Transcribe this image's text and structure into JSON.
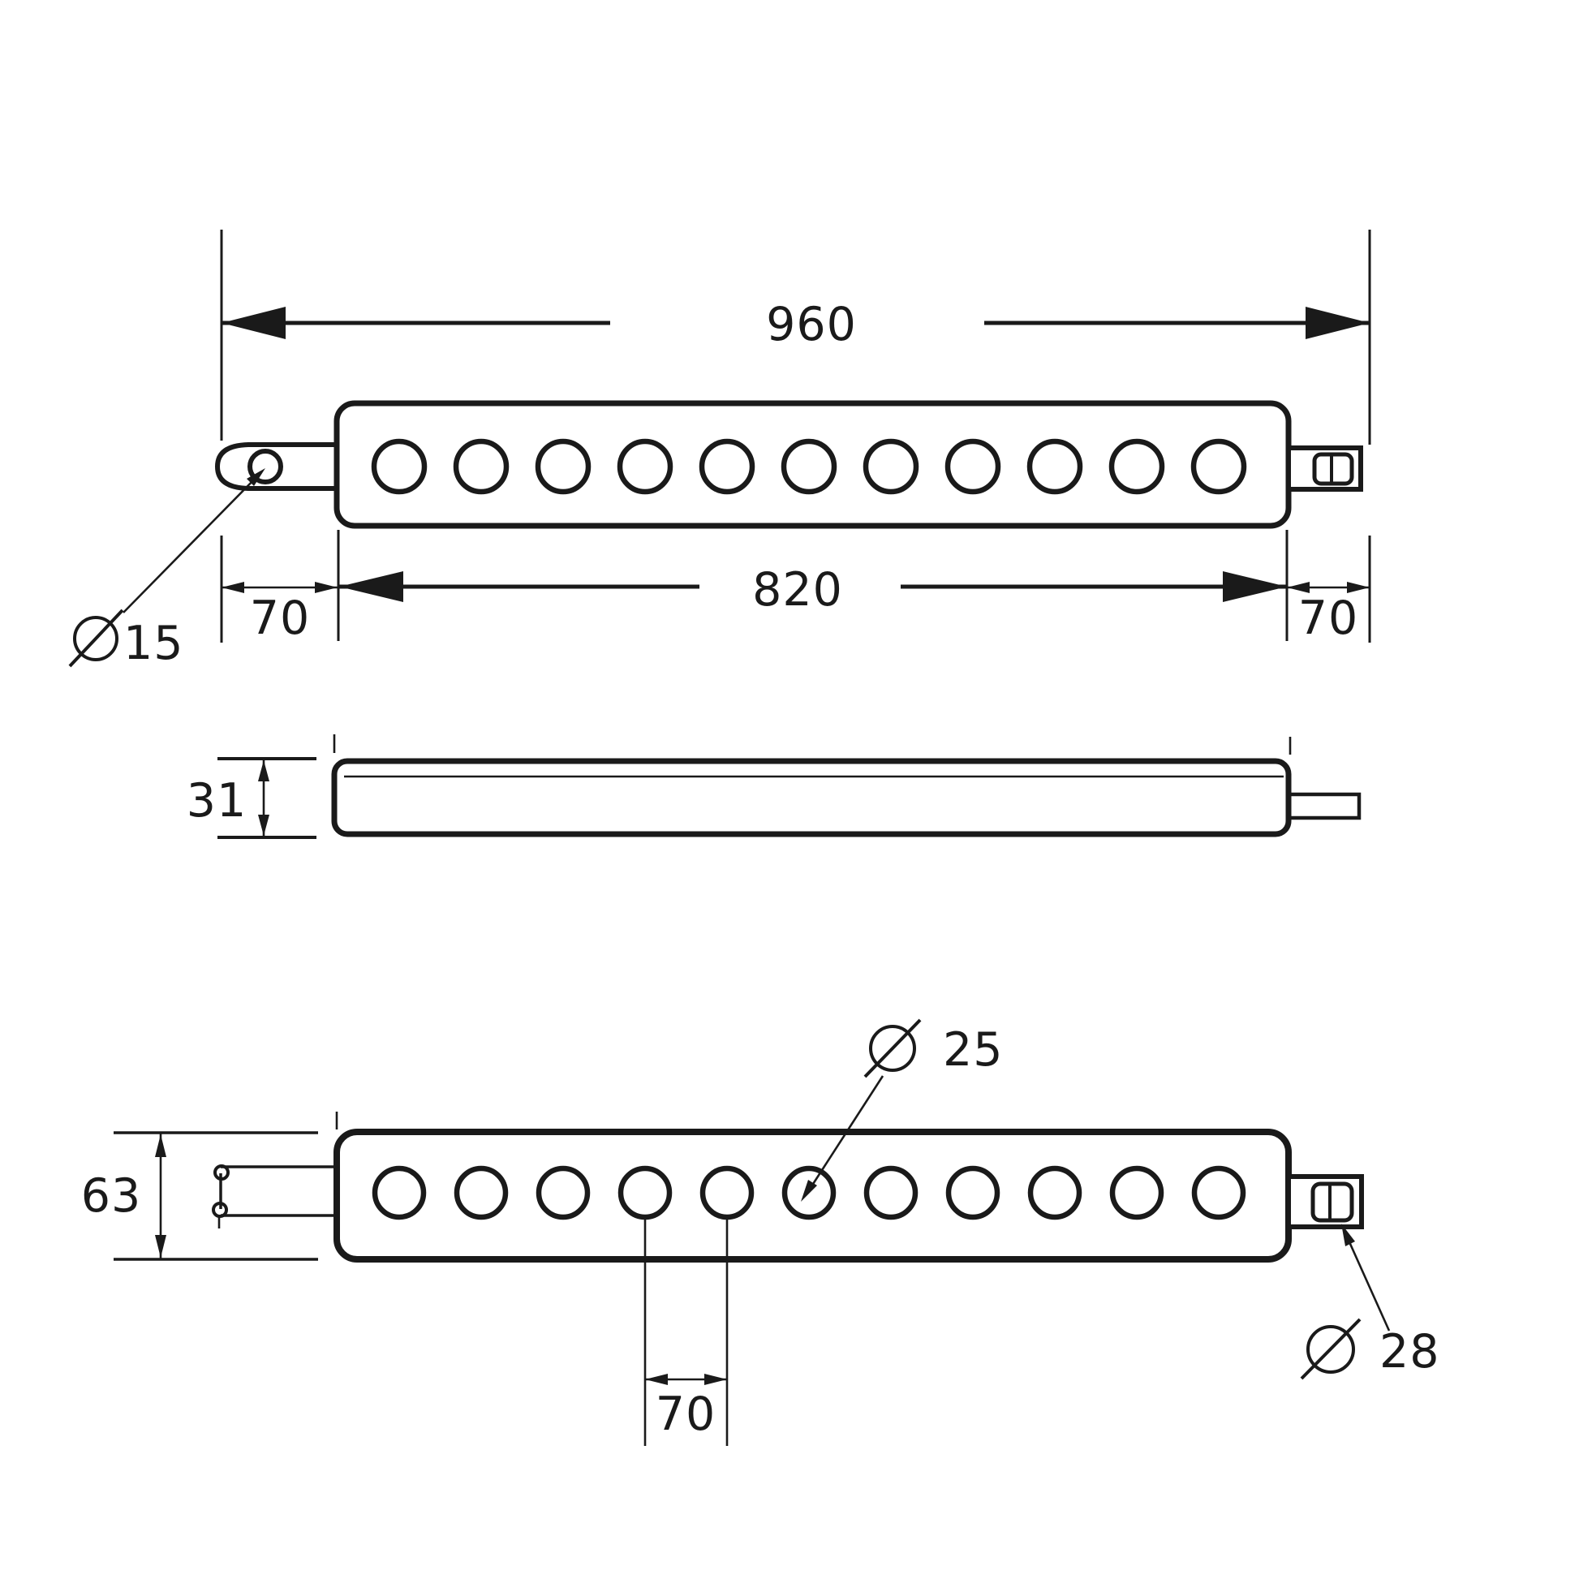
{
  "drawing": {
    "colors": {
      "line": "#1a1a1a",
      "background": "#ffffff"
    },
    "hole_count": 11,
    "dimensions": {
      "overall_length": "960",
      "body_length": "820",
      "offset_left": "70",
      "offset_right": "70",
      "thickness": "31",
      "body_height": "63",
      "hole_pitch": "70",
      "small_hole": {
        "symbol": "⌀",
        "value": "15"
      },
      "main_hole": {
        "symbol": "⌀",
        "value": "25"
      },
      "end_pin": {
        "symbol": "⌀",
        "value": "28"
      }
    }
  }
}
